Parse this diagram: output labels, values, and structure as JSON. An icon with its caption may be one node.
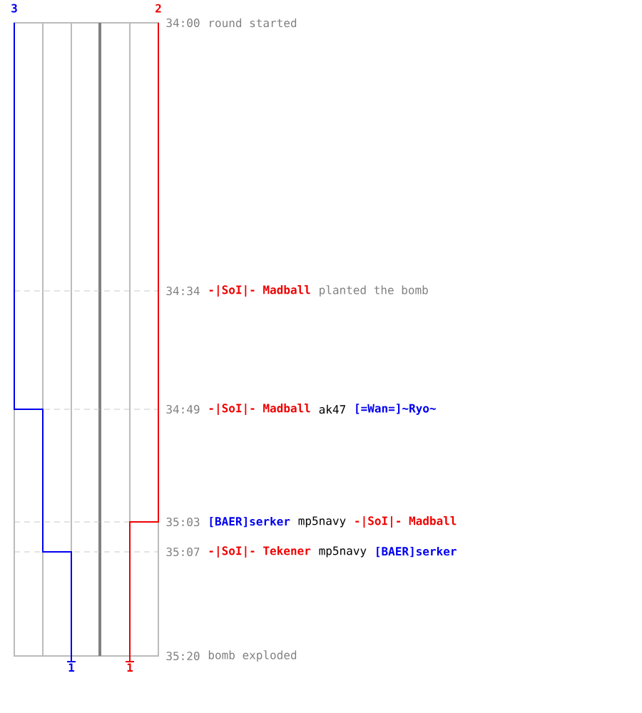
{
  "diagram": {
    "labels": [
      "3",
      "2",
      "34:00",
      "round started",
      "34:34",
      "-|SoI|- Madball",
      "planted the bomb",
      "34:49",
      "-|SoI|- Madball",
      "ak47",
      "[=Wan=]~Ryo~",
      "35:03",
      "[BAER]serker",
      "mp5navy",
      "-|SoI|- Madball",
      "35:07",
      "-|SoI|- Tekener",
      "mp5navy",
      "[BAER]serker",
      "35:20",
      "bomb exploded",
      "1",
      "1"
    ]
  }
}
